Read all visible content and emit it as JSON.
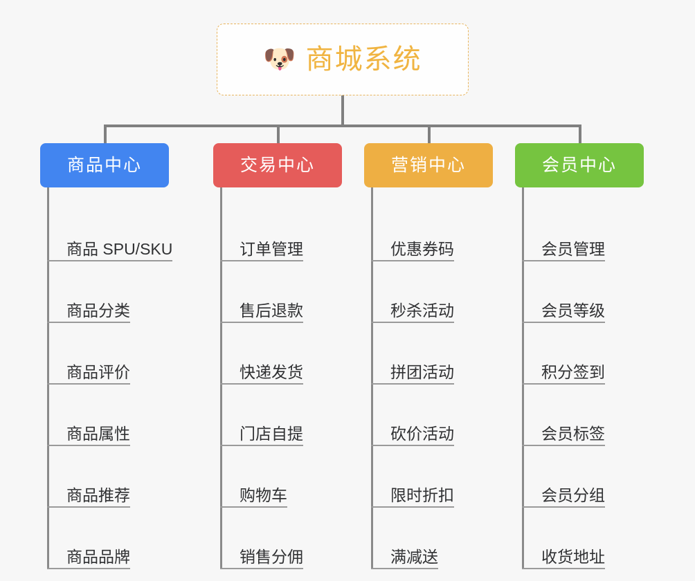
{
  "canvas": {
    "background_color": "#f7f7f7",
    "line_color": "#808080"
  },
  "root": {
    "icon": "shiba-dog-emoji",
    "emoji": "🐶",
    "title": "商城系统",
    "text_color": "#f0b441",
    "border_color": "#e8b45c",
    "background_color": "#fefefe"
  },
  "columns": [
    {
      "id": "product-center",
      "header": "商品中心",
      "color": "#4285f0",
      "items": [
        "商品 SPU/SKU",
        "商品分类",
        "商品评价",
        "商品属性",
        "商品推荐",
        "商品品牌"
      ]
    },
    {
      "id": "trade-center",
      "header": "交易中心",
      "color": "#e55c5a",
      "items": [
        "订单管理",
        "售后退款",
        "快递发货",
        "门店自提",
        "购物车",
        "销售分佣"
      ]
    },
    {
      "id": "marketing-center",
      "header": "营销中心",
      "color": "#eeaf43",
      "items": [
        "优惠券码",
        "秒杀活动",
        "拼团活动",
        "砍价活动",
        "限时折扣",
        "满减送"
      ]
    },
    {
      "id": "member-center",
      "header": "会员中心",
      "color": "#76c440",
      "items": [
        "会员管理",
        "会员等级",
        "积分签到",
        "会员标签",
        "会员分组",
        "收货地址"
      ]
    }
  ]
}
